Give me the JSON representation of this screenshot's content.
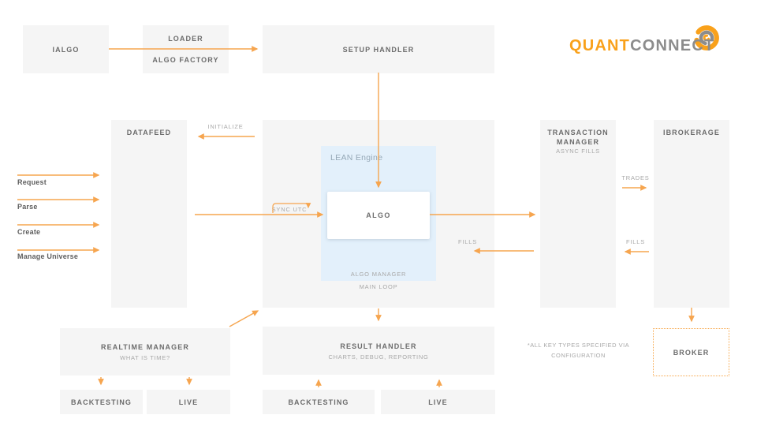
{
  "logo": {
    "part1": "QUANT",
    "part2": "CONNECT",
    "icon": "quantconnect-swirl"
  },
  "colors": {
    "arrow_orange": "#F6A54F",
    "logo_orange": "#F9A11B",
    "logo_gray": "#8C8C8C",
    "box_gray": "#F5F5F5",
    "lean_blue": "#E3F0FB",
    "title_gray": "#6C6C6C",
    "subtitle_gray": "#A8A8A8"
  },
  "boxes": {
    "ialgo": {
      "title": "IALGO"
    },
    "loader": {
      "title": "LOADER",
      "subtitle": "ALGO FACTORY"
    },
    "setup_handler": {
      "title": "SETUP HANDLER"
    },
    "datafeed": {
      "title": "DATAFEED"
    },
    "lean_engine": {
      "label": "LEAN Engine"
    },
    "algo": {
      "title": "ALGO"
    },
    "algo_manager_label": "ALGO MANAGER",
    "main_loop_label": "MAIN LOOP",
    "transaction_manager": {
      "title_line1": "TRANSACTION",
      "title_line2": "MANAGER",
      "subtitle": "ASYNC FILLS"
    },
    "ibrokerage": {
      "title": "IBROKERAGE"
    },
    "realtime_manager": {
      "title": "REALTIME MANAGER",
      "subtitle": "WHAT IS TIME?"
    },
    "result_handler": {
      "title": "RESULT HANDLER",
      "subtitle": "CHARTS, DEBUG, REPORTING"
    },
    "backtesting_left": {
      "title": "BACKTESTING"
    },
    "live_left": {
      "title": "LIVE"
    },
    "backtesting_center": {
      "title": "BACKTESTING"
    },
    "live_center": {
      "title": "LIVE"
    },
    "broker": {
      "title": "BROKER"
    }
  },
  "flow_labels": {
    "initialize": "INITIALIZE",
    "sync_utc": "SYNC UTC",
    "trades": "TRADES",
    "fills_algo": "FILLS",
    "fills_broker": "FILLS"
  },
  "datafeed_actions": {
    "request": "Request",
    "parse": "Parse",
    "create": "Create",
    "manage_universe": "Manage Universe"
  },
  "footnote": {
    "line1": "*ALL KEY TYPES SPECIFIED VIA",
    "line2": "CONFIGURATION"
  }
}
